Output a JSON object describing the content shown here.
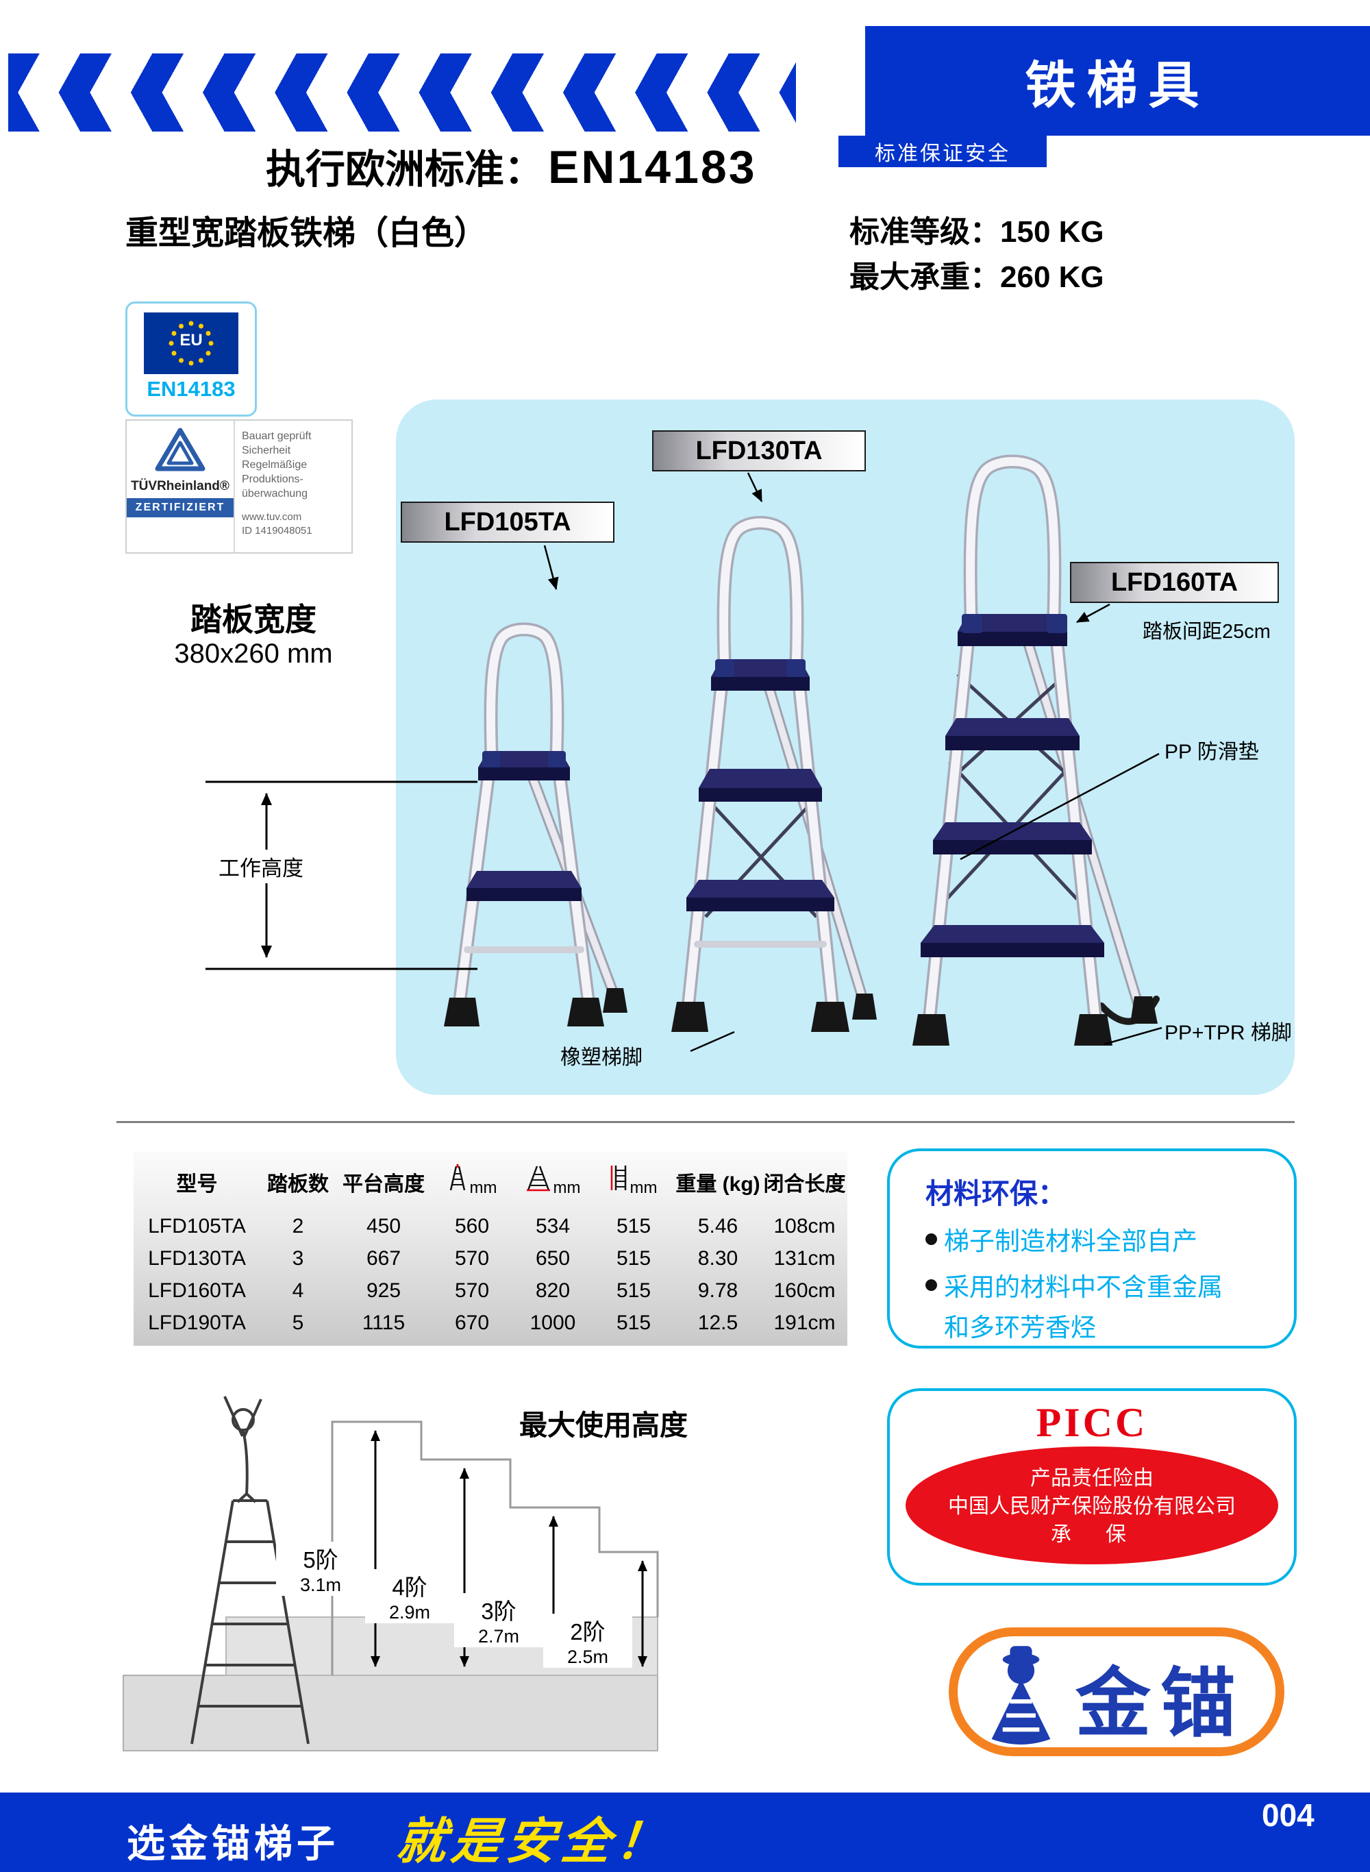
{
  "header": {
    "category": "铁梯具",
    "tagline": "标准保证安全",
    "standard_prefix": "执行欧洲标准：",
    "standard_code": "EN14183",
    "product_title": "重型宽踏板铁梯（白色）",
    "rating_label": "标准等级：",
    "rating_value": "150 KG",
    "load_label": "最大承重：",
    "load_value": "260 KG"
  },
  "certs": {
    "eu_text": "EU",
    "eu_code": "EN14183",
    "tuv_brand": "TÜVRheinland®",
    "tuv_zert": "ZERTIFIZIERT",
    "tuv_lines": [
      "Bauart geprüft",
      "Sicherheit",
      "Regelmäßige",
      "Produktions-",
      "überwachung"
    ],
    "tuv_site": "www.tuv.com",
    "tuv_id": "ID 1419048051"
  },
  "tread": {
    "label": "踏板宽度",
    "value": "380x260 mm"
  },
  "diagram": {
    "models": [
      "LFD105TA",
      "LFD130TA",
      "LFD160TA"
    ],
    "spacing_note": "踏板间距25cm",
    "working_height": "工作高度",
    "pp_pad": "PP 防滑垫",
    "rubber_foot": "橡塑梯脚",
    "pp_tpr_foot": "PP+TPR 梯脚"
  },
  "table": {
    "col_model": "型号",
    "col_steps": "踏板数",
    "col_platform": "平台高度",
    "col_mm": "mm",
    "col_weight": "重量 (kg)",
    "col_closed": "闭合长度",
    "rows": [
      [
        "LFD105TA",
        "2",
        "450",
        "560",
        "534",
        "515",
        "5.46",
        "108cm"
      ],
      [
        "LFD130TA",
        "3",
        "667",
        "570",
        "650",
        "515",
        "8.30",
        "131cm"
      ],
      [
        "LFD160TA",
        "4",
        "925",
        "570",
        "820",
        "515",
        "9.78",
        "160cm"
      ],
      [
        "LFD190TA",
        "5",
        "1115",
        "670",
        "1000",
        "515",
        "12.5",
        "191cm"
      ]
    ]
  },
  "eco": {
    "title": "材料环保：",
    "bullet1": "梯子制造材料全部自产",
    "bullet2": "采用的材料中不含重金属",
    "bullet2_cont": "和多环芳香烃"
  },
  "insurance": {
    "brand": "PICC",
    "line1": "产品责任险由",
    "line2": "中国人民财产保险股份有限公司",
    "line3": "承　保"
  },
  "height_chart": {
    "title": "最大使用高度",
    "items": [
      {
        "label": "5阶",
        "value": "3.1m"
      },
      {
        "label": "4阶",
        "value": "2.9m"
      },
      {
        "label": "3阶",
        "value": "2.7m"
      },
      {
        "label": "2阶",
        "value": "2.5m"
      }
    ]
  },
  "footer": {
    "slogan_prefix": "选金锚梯子",
    "slogan_main": "就是安全！",
    "brand": "金锚",
    "page_number": "004"
  },
  "icons": {
    "table_height_icons": [
      "closed-stepladder-icon",
      "open-stepladder-icon",
      "straight-ladder-icon"
    ],
    "eu_flag": "eu-flag-icon",
    "tuv_logo": "tuv-triangle-icon",
    "brand_figure": "anchor-man-icon"
  },
  "colors": {
    "primary_blue": "#0433cb",
    "cyan_panel": "#c7edf8",
    "cyan_border": "#00b4e6",
    "cyan_text": "#00aeef",
    "red": "#e60012",
    "orange": "#f58220",
    "yellow": "#ffe100"
  }
}
